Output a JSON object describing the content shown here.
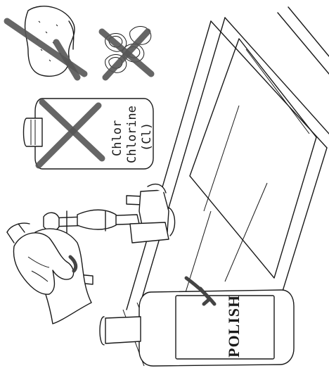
{
  "labels": {
    "chlorine_short": "Chlor",
    "chlorine_full": "Chlorine",
    "chlorine_symbol": "(Cl)",
    "polish_bottle": "POLISH"
  },
  "colors": {
    "ink": "#1a1a1a",
    "cross": "#555555",
    "background": "#ffffff"
  },
  "icons": [
    "sponge-icon",
    "steel-wool-icon",
    "chlorine-bottle-icon",
    "hand-icon",
    "polish-bottle-icon",
    "faucet-icon",
    "sink-icon"
  ]
}
